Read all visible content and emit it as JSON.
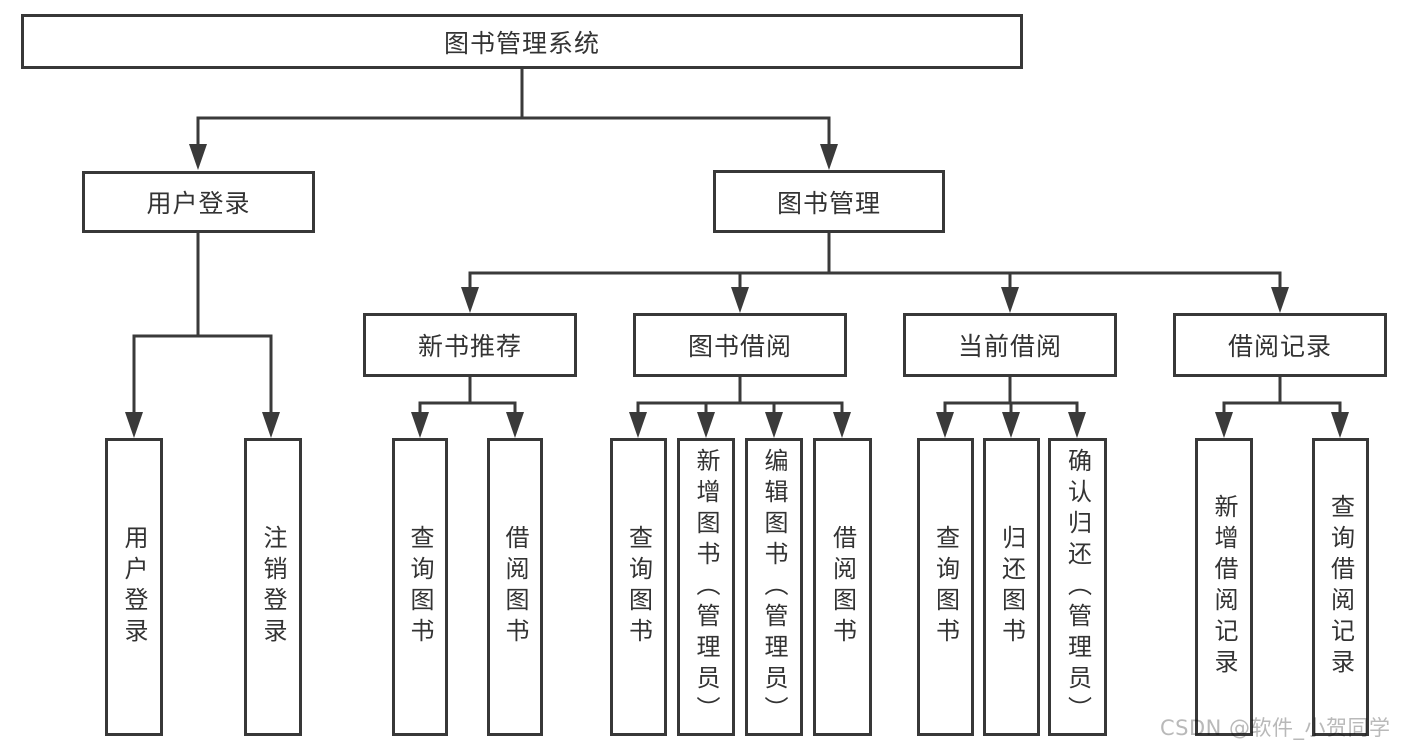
{
  "root": {
    "label": "图书管理系统"
  },
  "level2": [
    {
      "label": "用户登录"
    },
    {
      "label": "图书管理"
    }
  ],
  "level3": [
    {
      "label": "新书推荐"
    },
    {
      "label": "图书借阅"
    },
    {
      "label": "当前借阅"
    },
    {
      "label": "借阅记录"
    }
  ],
  "leaves": {
    "userLogin": [
      {
        "label": "用户登录"
      },
      {
        "label": "注销登录"
      }
    ],
    "newBookRec": [
      {
        "label": "查询图书"
      },
      {
        "label": "借阅图书"
      }
    ],
    "bookBorrow": [
      {
        "label": "查询图书"
      },
      {
        "label": "新增图书（管理员）"
      },
      {
        "label": "编辑图书（管理员）"
      },
      {
        "label": "借阅图书"
      }
    ],
    "currentBorrow": [
      {
        "label": "查询图书"
      },
      {
        "label": "归还图书"
      },
      {
        "label": "确认归还（管理员）"
      }
    ],
    "borrowRecords": [
      {
        "label": "新增借阅记录"
      },
      {
        "label": "查询借阅记录"
      }
    ]
  },
  "watermark": {
    "text": "CSDN @软件_小贺同学"
  },
  "colors": {
    "line": "#3a3a3a",
    "box_border": "#383838",
    "text": "#333333",
    "background": "#ffffff",
    "watermark": "#b9b9b9"
  }
}
